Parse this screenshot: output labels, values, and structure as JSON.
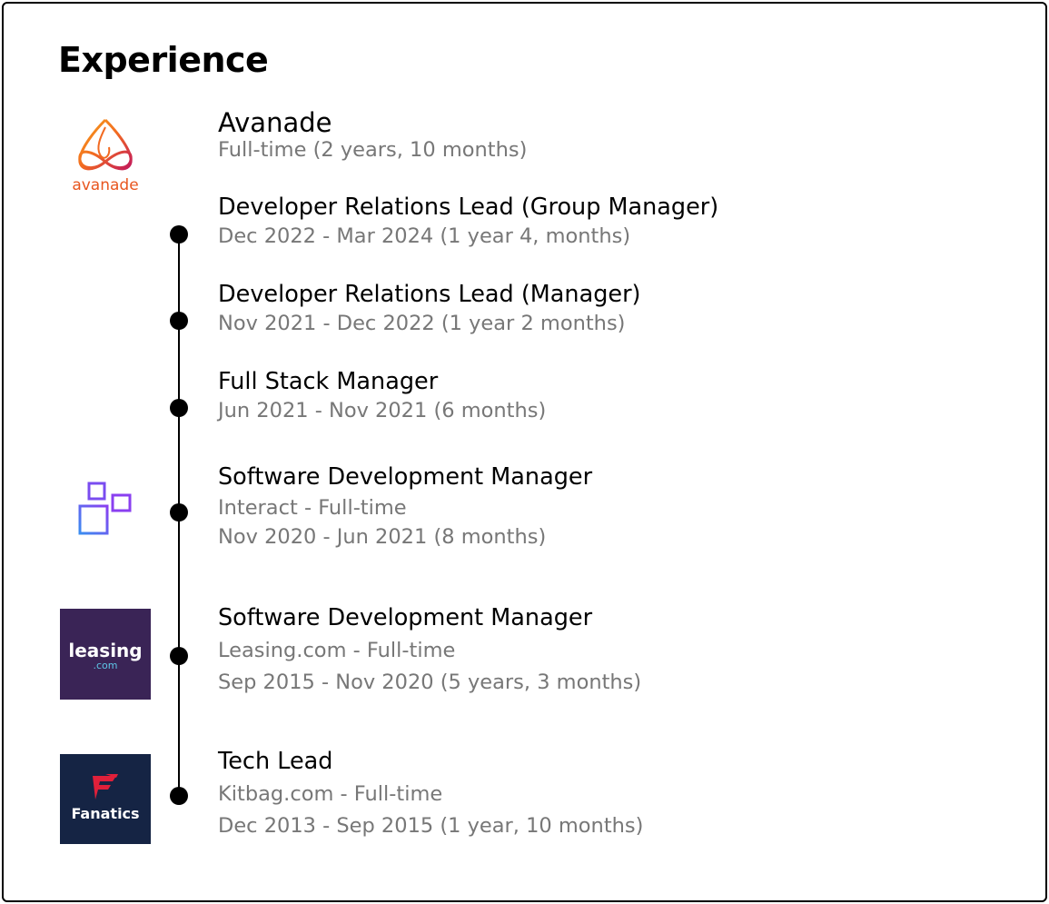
{
  "page": {
    "title": "Experience"
  },
  "colors": {
    "avanade_orange": "#f26a21",
    "avanade_magenta": "#c2185b",
    "leasing_bg": "#3a2456",
    "leasing_accent": "#5ec7e8",
    "fanatics_bg": "#152444",
    "fanatics_red": "#e0203a",
    "interact_blue": "#3a7bea",
    "interact_purple": "#8a3ff0"
  },
  "company": {
    "name": "Avanade",
    "subtitle": "Full-time (2 years, 10 months)",
    "logo_icon": "avanade-logo",
    "logo_text": "avanade"
  },
  "roles": [
    {
      "title": "Developer Relations Lead (Group Manager)",
      "dates": "Dec 2022 - Mar 2024 (1 year 4, months)"
    },
    {
      "title": "Developer Relations Lead (Manager)",
      "dates": "Nov 2021 - Dec 2022 (1 year 2 months)"
    },
    {
      "title": "Full Stack Manager",
      "dates": "Jun 2021 - Nov 2021 (6 months)"
    },
    {
      "title": "Software Development Manager",
      "company_line": "Interact - Full-time",
      "dates": "Nov 2020 - Jun 2021 (8 months)",
      "logo_icon": "interact-logo"
    },
    {
      "title": "Software Development Manager",
      "company_line": "Leasing.com - Full-time",
      "dates": "Sep 2015 - Nov 2020 (5 years, 3 months)",
      "logo_icon": "leasing-logo",
      "logo_text": "leasing",
      "logo_subtext": ".com"
    },
    {
      "title": "Tech Lead",
      "company_line": "Kitbag.com - Full-time",
      "dates": "Dec 2013 - Sep 2015 (1 year, 10 months)",
      "logo_icon": "fanatics-logo",
      "logo_text": "Fanatics"
    }
  ]
}
